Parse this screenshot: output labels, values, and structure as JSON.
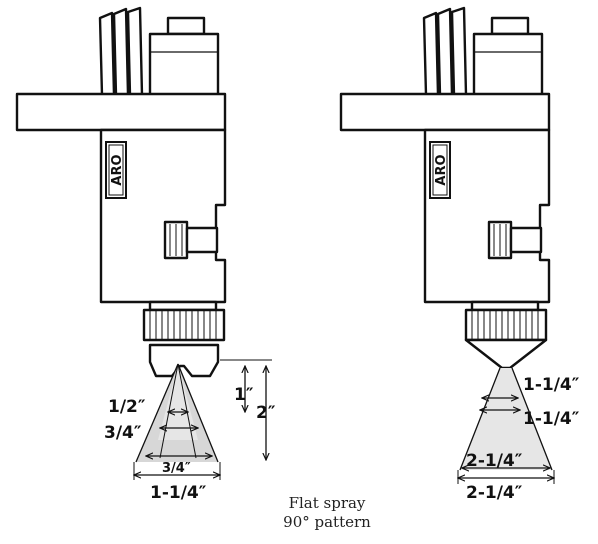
{
  "brand": "ARO",
  "left_nozzle": {
    "dim_1": "1/2″",
    "dim_2": "3/4″",
    "dim_3": "3/4″",
    "dim_4": "1-1/4″",
    "dist_1": "1″",
    "dist_2": "2″"
  },
  "right_nozzle": {
    "dim_1": "1-1/4″",
    "dim_2": "1-1/4″",
    "dim_3": "2-1/4″",
    "dim_4": "2-1/4″"
  },
  "caption": {
    "line1": "Flat spray",
    "line2": "90° pattern"
  }
}
